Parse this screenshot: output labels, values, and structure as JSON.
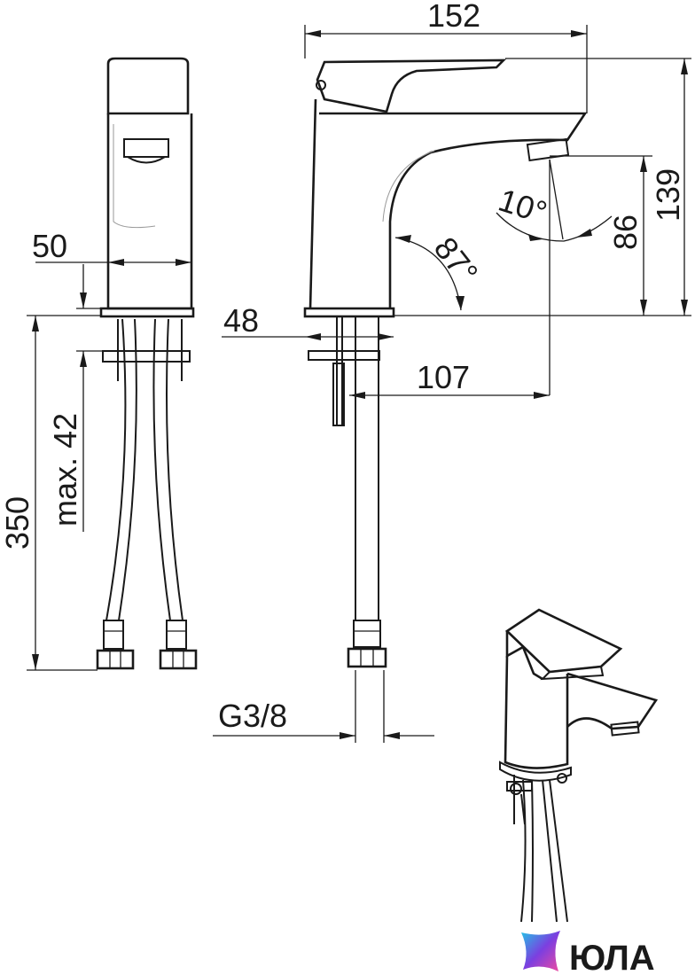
{
  "dimensions": {
    "width_total": "152",
    "height_total": "139",
    "height_spout": "86",
    "angle_spout": "10°",
    "angle_body": "87°",
    "width_front": "50",
    "base_width": "48",
    "reach": "107",
    "hose_length": "350",
    "max_thickness": "max. 42",
    "thread": "G3/8"
  },
  "logo": {
    "text": "ЮЛА"
  },
  "colors": {
    "line": "#1a1a1a",
    "logo_gradient_start": "#23c4e6",
    "logo_gradient_mid": "#7b3fe0",
    "logo_gradient_end": "#f04aa0"
  }
}
